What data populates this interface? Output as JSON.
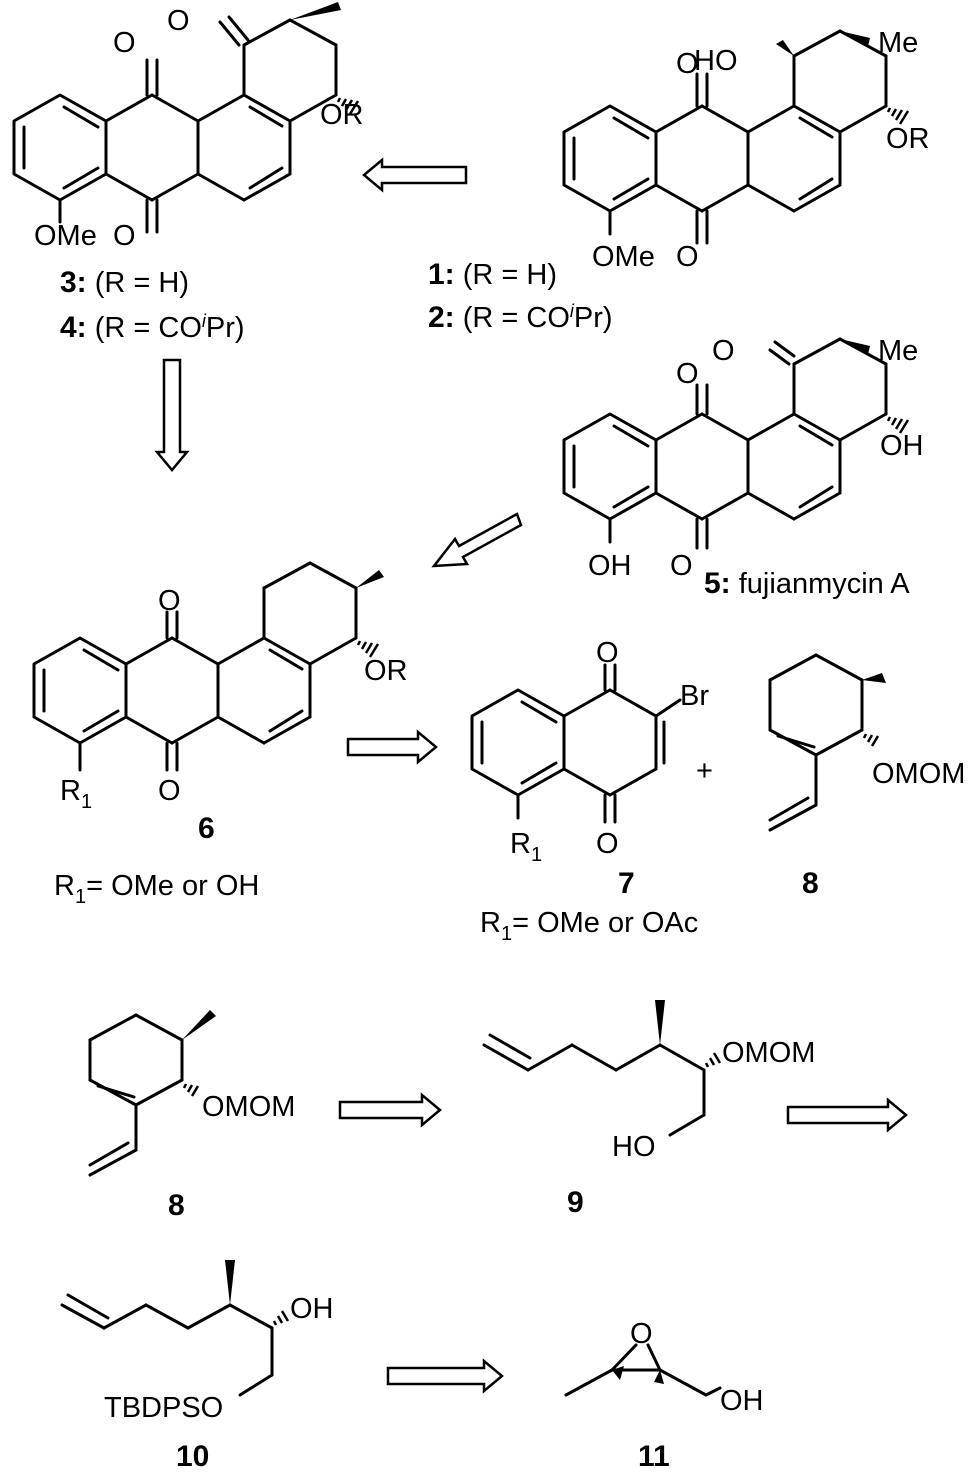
{
  "compounds": {
    "c1": {
      "number": "1:",
      "r_text": " (R = H)"
    },
    "c2": {
      "number": "2:",
      "r_text_pre": " (R = CO",
      "iso": "i",
      "r_text_post": "Pr)"
    },
    "c3": {
      "number": "3:",
      "r_text": " (R = H)"
    },
    "c4": {
      "number": "4:",
      "r_text_pre": " (R = CO",
      "iso": "i",
      "r_text_post": "Pr)"
    },
    "c5": {
      "number": "5:",
      "name": " fujianmycin A"
    },
    "c6": {
      "number": "6",
      "r1_caption_pre": "R",
      "r1_caption_sub": "1",
      "r1_caption_post": "= OMe or OH"
    },
    "c7": {
      "number": "7",
      "r1_caption_pre": "R",
      "r1_caption_sub": "1",
      "r1_caption_post": "= OMe or OAc"
    },
    "c8": {
      "number": "8"
    },
    "c9": {
      "number": "9"
    },
    "c10": {
      "number": "10"
    },
    "c11": {
      "number": "11"
    }
  },
  "atom_labels": {
    "O": "O",
    "OMe": "OMe",
    "OR": "OR",
    "HO": "HO",
    "Me": "Me",
    "OH": "OH",
    "Br": "Br",
    "OMOM": "OMOM",
    "TBDPSO": "TBDPSO",
    "R": "R",
    "sub1": "1",
    "plus": "+"
  }
}
